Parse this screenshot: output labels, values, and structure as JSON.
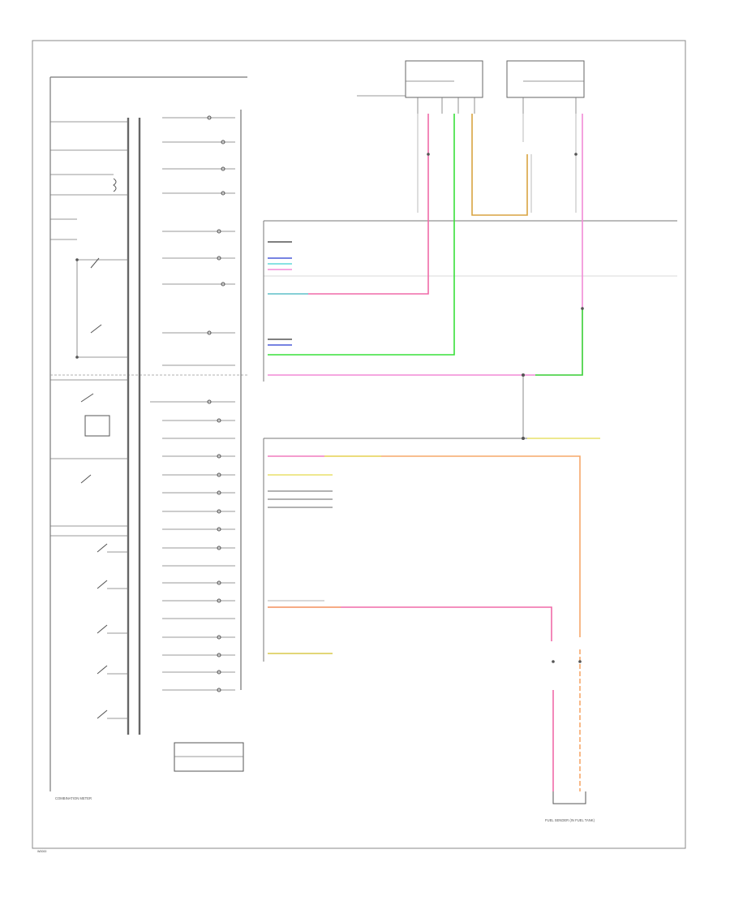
{
  "diagram": {
    "component_label": "COMBINATION METER",
    "fuel_sender_label": "FUEL SENDER (IN FUEL TANK)",
    "corner_code": "W0000",
    "colors": {
      "pink": "#f06aa8",
      "green": "#39e03a",
      "magenta": "#f28ad6",
      "orange": "#f6a86a",
      "tan": "#d9a441",
      "yellow": "#e8e06a",
      "blue": "#4a5ad8",
      "cyan": "#60d8d8",
      "gray": "#999999"
    }
  }
}
